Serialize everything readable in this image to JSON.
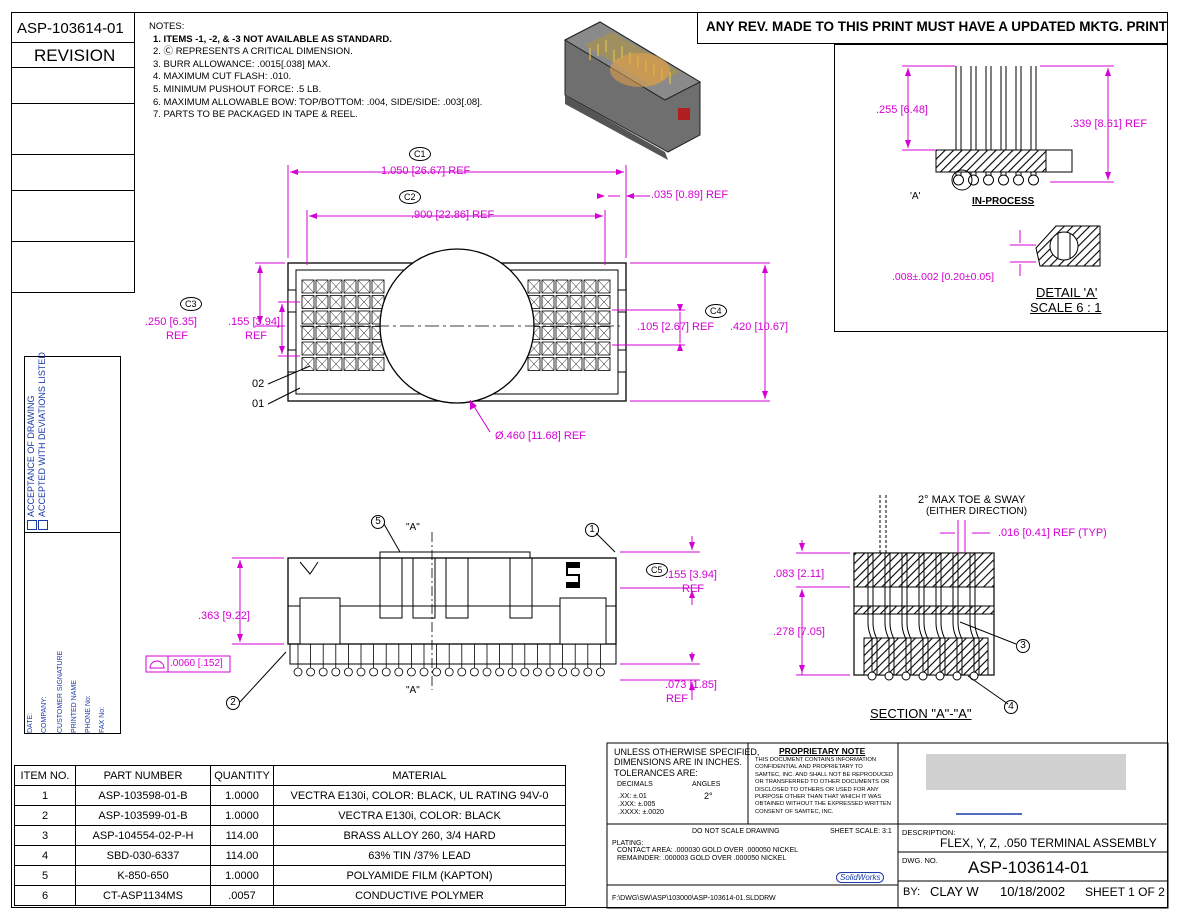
{
  "header": {
    "part_number": "ASP-103614-01",
    "revision_label": "REVISION",
    "banner": "ANY REV. MADE TO THIS PRINT MUST HAVE A UPDATED MKTG. PRINT"
  },
  "notes": {
    "title": "NOTES:",
    "items": [
      "1. ITEMS -1, -2, & -3 NOT AVAILABLE AS STANDARD.",
      "2. Ⓒ REPRESENTS A CRITICAL DIMENSION.",
      "3.  BURR ALLOWANCE: .0015[.038] MAX.",
      "4. MAXIMUM CUT FLASH: .010.",
      "5. MINIMUM PUSHOUT FORCE: .5 LB.",
      "6. MAXIMUM ALLOWABLE BOW: TOP/BOTTOM: .004, SIDE/SIDE: .003[.08].",
      "7. PARTS TO BE PACKAGED IN TAPE & REEL."
    ]
  },
  "acceptance": {
    "options": [
      "ACCEPTANCE OF DRAWING",
      "ACCEPTED WITH DEVIATIONS LISTED"
    ],
    "fields": [
      "DATE:",
      "COMPANY:",
      "CUSTOMER SIGNATURE",
      "PRINTED NAME",
      "PHONE No:",
      "FAX No:"
    ]
  },
  "top_view": {
    "c1": "C1",
    "c2": "C2",
    "c3": "C3",
    "c4": "C4",
    "dim_overall": "1.050 [26.67]  REF",
    "dim_pitch": ".900 [22.86]  REF",
    "dim_edge": ".035 [0.89]  REF",
    "dim_left": ".250 [6.35]",
    "dim_left_ref": "REF",
    "dim_inner": ".155 [3.94]",
    "dim_inner_ref": "REF",
    "dim_row": ".105 [2.67]  REF",
    "dim_width": ".420 [10.67]",
    "dim_diameter": "Ø.460 [11.68]  REF",
    "label_02": "02",
    "label_01": "01"
  },
  "side_view": {
    "section_mark": "\"A\"",
    "c5": "C5",
    "dim_top": ".155 [3.94]",
    "dim_top_ref": "REF",
    "dim_height": ".363 [9.22]",
    "dim_flat": ".0060 [.152]",
    "dim_tail": ".073 [1.85]",
    "dim_tail_ref": "REF",
    "balloons": [
      "1",
      "2",
      "3",
      "4",
      "5"
    ]
  },
  "in_process": {
    "dim_left": ".255 [6.48]",
    "dim_right": ".339 [8.61]  REF",
    "a_label": "'A'",
    "title": "IN-PROCESS",
    "detail_dim": ".008±.002 [0.20±0.05]",
    "detail_title": "DETAIL 'A'",
    "detail_scale": "SCALE 6 : 1"
  },
  "section": {
    "toe_sway": "2° MAX TOE & SWAY",
    "toe_sway_sub": "(EITHER DIRECTION)",
    "dim_typ": ".016 [0.41]  REF (TYP)",
    "dim_upper": ".083 [2.11]",
    "dim_lower": ".278 [7.05]",
    "title": "SECTION \"A\"-\"A\""
  },
  "bom": {
    "headers": [
      "ITEM NO.",
      "PART NUMBER",
      "QUANTITY",
      "MATERIAL"
    ],
    "rows": [
      [
        "1",
        "ASP-103598-01-B",
        "1.0000",
        "VECTRA E130i, COLOR: BLACK, UL RATING 94V-0"
      ],
      [
        "2",
        "ASP-103599-01-B",
        "1.0000",
        "VECTRA E130i, COLOR: BLACK"
      ],
      [
        "3",
        "ASP-104554-02-P-H",
        "114.00",
        "BRASS ALLOY 260, 3/4 HARD"
      ],
      [
        "4",
        "SBD-030-6337",
        "114.00",
        "63% TIN /37% LEAD"
      ],
      [
        "5",
        "K-850-650",
        "1.0000",
        "POLYAMIDE FILM (KAPTON)"
      ],
      [
        "6",
        "CT-ASP1134MS",
        ".0057",
        "CONDUCTIVE POLYMER"
      ]
    ]
  },
  "title_block": {
    "tol_title": "UNLESS  OTHERWISE  SPECIFIED,",
    "tol_line2": "DIMENSIONS ARE IN INCHES.",
    "tol_line3": "TOLERANCES  ARE:",
    "decimals_label": "DECIMALS",
    "angles_label": "ANGLES",
    "tol_xx": ".XX: ±.01",
    "tol_xxx": ".XXX: ±.005",
    "tol_xxxx": ".XXXX: ±.0020",
    "tol_angle": "2°",
    "proprietary_title": "PROPRIETARY NOTE",
    "proprietary_text": [
      "THIS DOCUMENT CONTAINS INFORMATION",
      "CONFIDENTIAL AND PROPRIETARY TO",
      "SAMTEC, INC. AND SHALL NOT BE REPRODUCED",
      "OR TRANSFERRED TO OTHER DOCUMENTS OR",
      "DISCLOSED TO OTHERS OR USED FOR ANY",
      "PURPOSE OTHER THAN THAT WHICH IT WAS",
      "OBTAINED WITHOUT THE EXPRESSED WRITTEN",
      "CONSENT OF SAMTEC, INC."
    ],
    "do_not_scale": "DO  NOT  SCALE  DRAWING",
    "sheet_scale": "SHEET SCALE: 3:1",
    "plating_label": "PLATING:",
    "plating_contact": "CONTACT AREA: .000030 GOLD OVER .000050 NICKEL",
    "plating_remainder": "REMAINDER: .000003 GOLD OVER .000050 NICKEL",
    "file_path": "F:\\DWG\\SW\\ASP\\103000\\ASP-103614-01.SLDDRW",
    "description_label": "DESCRIPTION:",
    "description": "FLEX, Y, Z, .050 TERMINAL ASSEMBLY",
    "dwg_no_label": "DWG. NO.",
    "dwg_no": "ASP-103614-01",
    "by_label": "BY:",
    "by": "CLAY W",
    "date": "10/18/2002",
    "sheet": "SHEET 1 OF 2",
    "solidworks": "SolidWorks"
  }
}
